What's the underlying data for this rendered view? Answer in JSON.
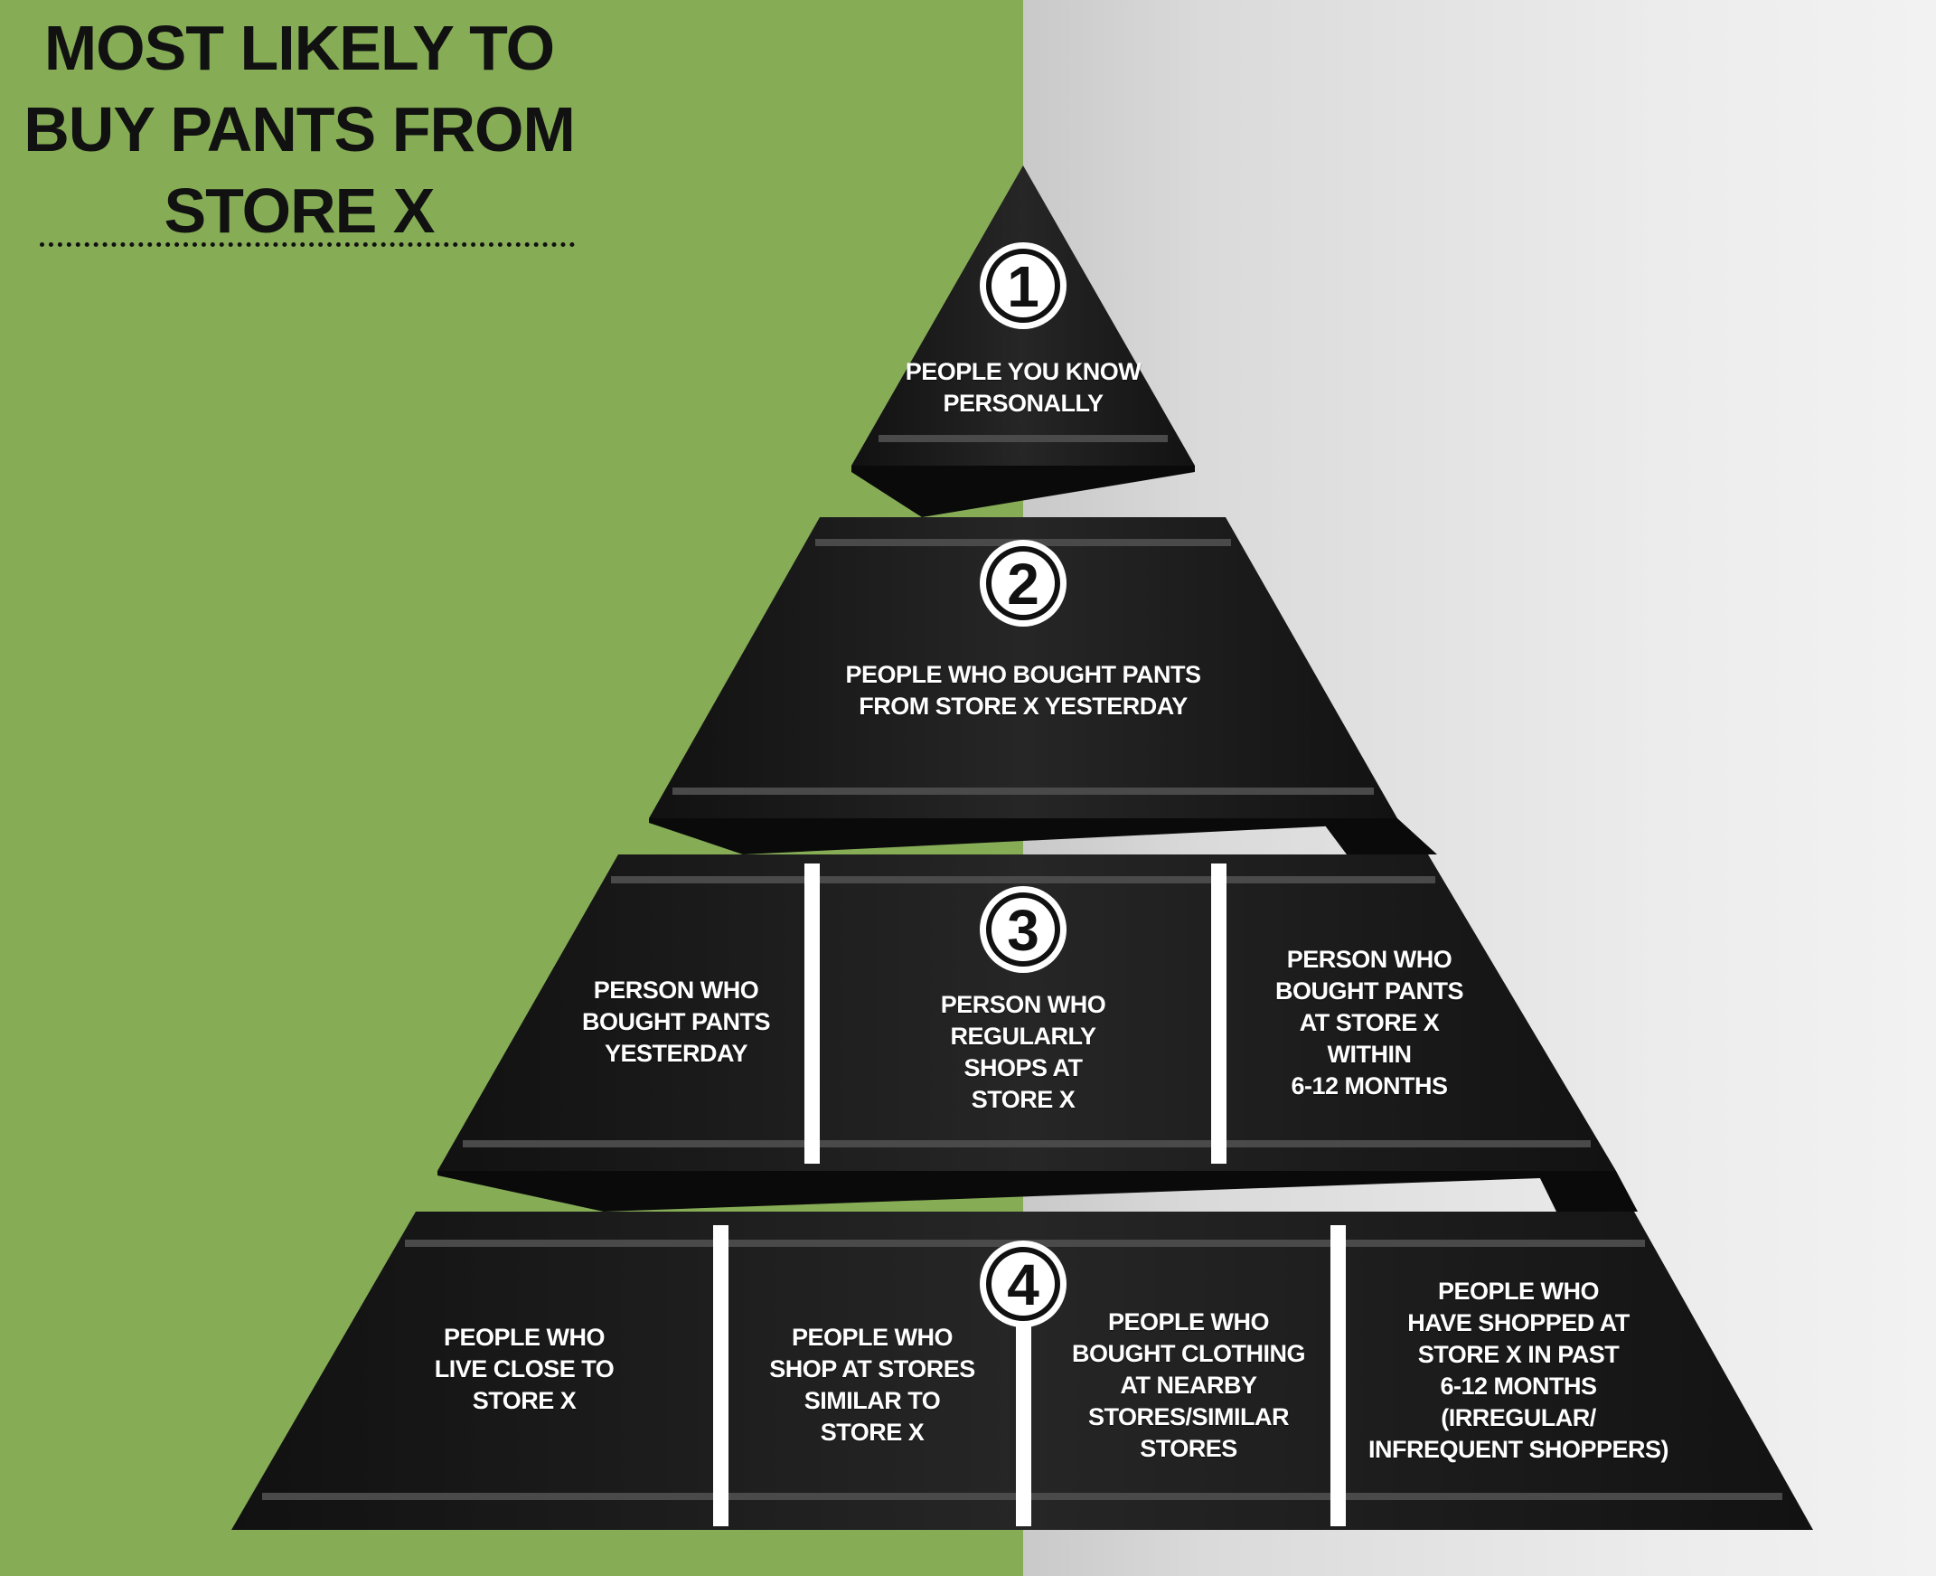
{
  "title": [
    "MOST LIKELY TO",
    "BUY PANTS FROM",
    "STORE X"
  ],
  "colors": {
    "left_background": "#86ad56",
    "right_background": "#e2e2e2",
    "tier_fill": "#1c1c1c",
    "divider": "#ffffff",
    "text": "#ffffff"
  },
  "tiers": [
    {
      "number": "1",
      "cells": [
        {
          "lines": [
            "PEOPLE YOU KNOW",
            "PERSONALLY"
          ]
        }
      ]
    },
    {
      "number": "2",
      "cells": [
        {
          "lines": [
            "PEOPLE WHO BOUGHT PANTS",
            "FROM STORE X YESTERDAY"
          ]
        }
      ]
    },
    {
      "number": "3",
      "cells": [
        {
          "lines": [
            "PERSON WHO",
            "BOUGHT PANTS",
            "YESTERDAY"
          ]
        },
        {
          "lines": [
            "PERSON WHO",
            "REGULARLY",
            "SHOPS AT",
            "STORE X"
          ]
        },
        {
          "lines": [
            "PERSON WHO",
            "BOUGHT PANTS",
            "AT STORE X",
            "WITHIN",
            "6-12 MONTHS"
          ]
        }
      ]
    },
    {
      "number": "4",
      "cells": [
        {
          "lines": [
            "PEOPLE WHO",
            "LIVE CLOSE TO",
            "STORE X"
          ]
        },
        {
          "lines": [
            "PEOPLE WHO",
            "SHOP AT STORES",
            "SIMILAR TO",
            "STORE X"
          ]
        },
        {
          "lines": [
            "PEOPLE WHO",
            "BOUGHT CLOTHING",
            "AT NEARBY",
            "STORES/SIMILAR",
            "STORES"
          ]
        },
        {
          "lines": [
            "PEOPLE WHO",
            "HAVE SHOPPED AT",
            "STORE X IN PAST",
            "6-12 MONTHS",
            "(IRREGULAR/",
            "INFREQUENT SHOPPERS)"
          ]
        }
      ]
    }
  ]
}
